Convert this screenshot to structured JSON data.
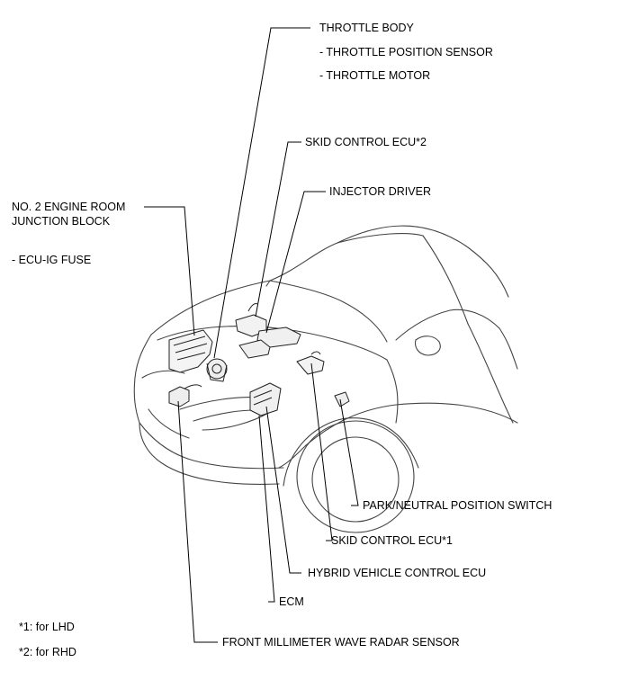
{
  "labels": {
    "throttle_body": "THROTTLE BODY",
    "throttle_position_sensor": "- THROTTLE POSITION SENSOR",
    "throttle_motor": "- THROTTLE MOTOR",
    "skid_control_ecu_2": "SKID CONTROL ECU*2",
    "injector_driver": "INJECTOR DRIVER",
    "junction_block_line1": "NO. 2 ENGINE ROOM",
    "junction_block_line2": "JUNCTION BLOCK",
    "ecu_ig_fuse": "- ECU-IG FUSE",
    "park_neutral_switch": "PARK/NEUTRAL POSITION SWITCH",
    "skid_control_ecu_1": "SKID CONTROL ECU*1",
    "hybrid_vehicle_control_ecu": "HYBRID VEHICLE CONTROL ECU",
    "ecm": "ECM",
    "front_mmw_radar_sensor": "FRONT MILLIMETER WAVE RADAR SENSOR"
  },
  "notes": {
    "lhd": "*1: for LHD",
    "rhd": "*2: for RHD"
  }
}
